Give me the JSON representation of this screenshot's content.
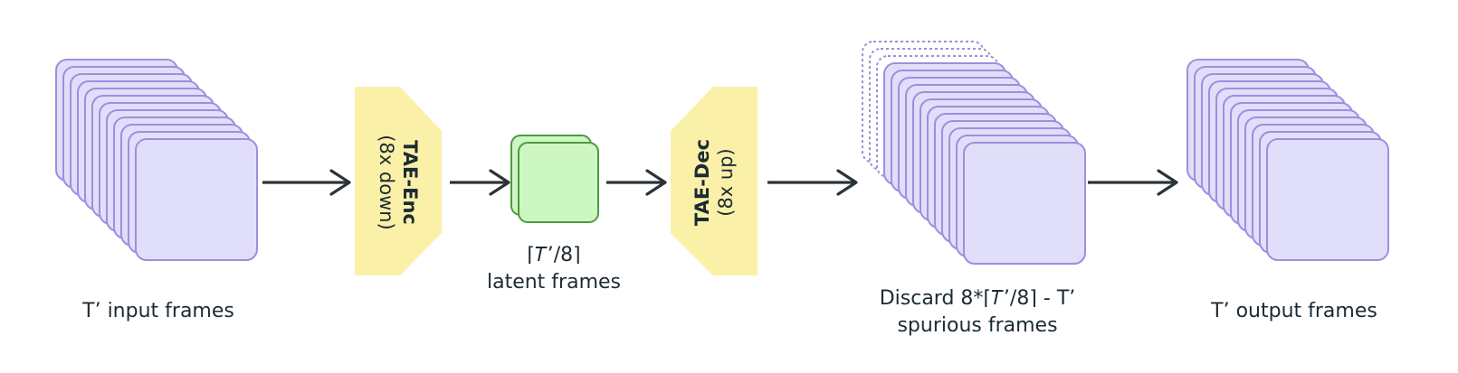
{
  "colors": {
    "frame_fill": "#e1defa",
    "frame_stroke": "#9d8fdf",
    "latent_fill": "#cdf7c2",
    "latent_stroke": "#4e9a3f",
    "block_fill": "#faf0a8",
    "arrow": "#2b3338",
    "text": "#1c2b33"
  },
  "input_frames": {
    "caption": "T’ input frames",
    "icon": "frame-stack"
  },
  "encoder": {
    "name": "TAE-Enc",
    "note": "(8x down)"
  },
  "latent": {
    "caption_line1": "⌈𝑇’/8⌉",
    "caption_line2": "latent frames",
    "icon": "latent-stack"
  },
  "decoder": {
    "name": "TAE-Dec",
    "note": "(8x up)"
  },
  "spurious": {
    "caption_line1": "Discard 8*⌈𝑇’/8⌉ - T’",
    "caption_line2": "spurious frames",
    "icon": "frame-stack-dashed"
  },
  "output_frames": {
    "caption": "T’ output frames",
    "icon": "frame-stack"
  }
}
